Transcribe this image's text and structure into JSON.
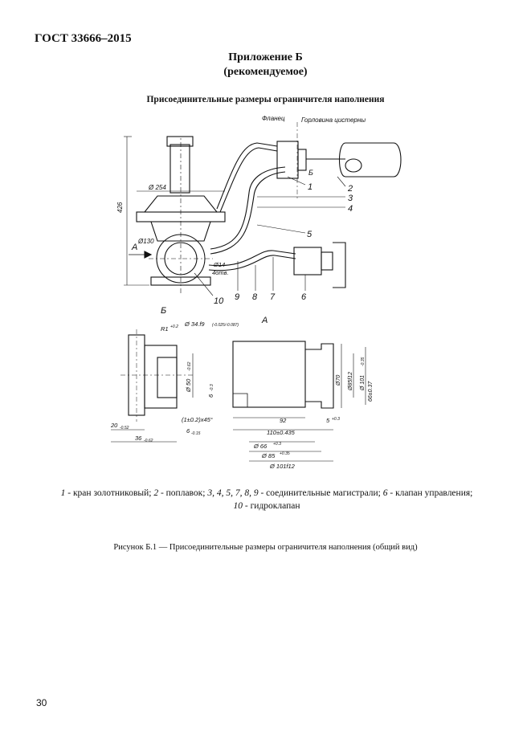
{
  "header": {
    "doc_code": "ГОСТ 33666–2015"
  },
  "annex": {
    "title": "Приложение Б",
    "subtitle": "(рекомендуемое)"
  },
  "figure": {
    "title": "Присоединительные размеры ограничителя наполнения",
    "top_labels": {
      "flange": "Фланец",
      "tank_neck": "Горловина цистерны"
    },
    "view_labels": {
      "b": "Б",
      "a": "А",
      "arrow_a": "А"
    },
    "dims_main": {
      "height": "426",
      "d254": "Ø 254",
      "d130": "Ø130",
      "d14": "Ø14",
      "holes": "4отв."
    },
    "callouts": [
      "1",
      "2",
      "3",
      "4",
      "5",
      "6",
      "7",
      "8",
      "9",
      "10"
    ],
    "dims_b": {
      "r1": "R1",
      "r1_tol": "+0.2",
      "d34": "Ø 34.f9",
      "d34_tol": "(-0.025/-0.087)",
      "d50": "Ø 50",
      "d50_tol": "-0.62",
      "chamfer": "(1±0.2)x45°",
      "six": "6",
      "six_tol": "-0.15",
      "twenty": "20",
      "twenty_tol": "-0.52",
      "thirtysix": "36",
      "thirtysix_tol": "-0.62"
    },
    "dims_a": {
      "six_left": "6",
      "six_left_tol": "-0.3",
      "d70": "Ø70",
      "d85": "Ø85f12",
      "d101": "Ø 101",
      "d101_tol": "-0.35",
      "d66": "66±0.37",
      "ninetytwo": "92",
      "five": "5",
      "five_tol": "+0.3",
      "oneten": "110±0.435",
      "d66b": "Ø 66",
      "d66b_tol": "+0.3",
      "d85b": "Ø 85",
      "d85b_tol": "+0.35",
      "d101b": "Ø 101f12"
    },
    "legend": [
      {
        "num": "1",
        "text": " - кран золотниковый; "
      },
      {
        "num": "2",
        "text": " - поплавок; "
      },
      {
        "num": "3, 4, 5, 7, 8, 9",
        "text": " - соединительные магистрали; "
      },
      {
        "num": "6",
        "text": " - клапан управления; "
      },
      {
        "num": "10",
        "text": " - гидроклапан"
      }
    ],
    "caption": "Рисунок Б.1 — Присоединительные размеры ограничителя наполнения (общий вид)"
  },
  "footer": {
    "page_number": "30"
  }
}
